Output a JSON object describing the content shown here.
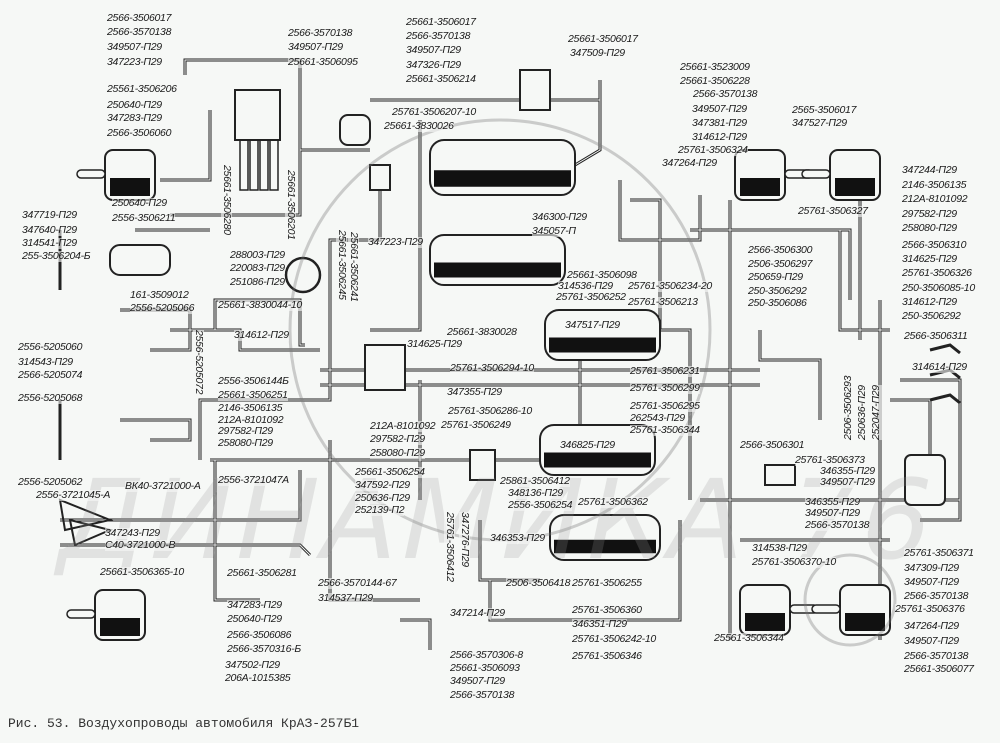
{
  "caption": "Рис. 53. Воздухопроводы автомобиля КрАЗ-257Б1",
  "watermark": "ДИНАМИКА 76",
  "labels": [
    "2566-3506017",
    "2566-3570138",
    "349507-П29",
    "347223-П29",
    "25561-3506206",
    "250640-П29",
    "347283-П29",
    "2566-3506060",
    "250640-П29",
    "2556-3506211",
    "347719-П29",
    "347640-П29",
    "314541-П29",
    "255-3506204-Б",
    "2566-3570138",
    "349507-П29",
    "25661-3506095",
    "25661-3506280",
    "25661-3506201",
    "25661-3506245",
    "25661-3506241",
    "25661-3506017",
    "2566-3570138",
    "349507-П29",
    "347326-П29",
    "25661-3506214",
    "25761-3506207-10",
    "25661-3830026",
    "25661-3506017",
    "347509-П29",
    "346300-П29",
    "345057-П",
    "347223-П29",
    "25661-3523009",
    "25661-3506228",
    "2566-3570138",
    "349507-П29",
    "347381-П29",
    "314612-П29",
    "25761-3506324",
    "347264-П29",
    "2565-3506017",
    "347527-П29",
    "347244-П29",
    "2146-3506135",
    "212А-8101092",
    "297582-П29",
    "258080-П29",
    "2566-3506310",
    "314625-П29",
    "25761-3506326",
    "250-3506085-10",
    "314612-П29",
    "250-3506292",
    "2566-3506311",
    "314614-П29",
    "25761-3506327",
    "2566-3506300",
    "2506-3506297",
    "250659-П29",
    "250-3506292",
    "250-3506086",
    "288003-П29",
    "220083-П29",
    "251086-П29",
    "161-3509012",
    "25661-3830044-10",
    "2556-5205066",
    "314612-П29",
    "2556-5205072",
    "2556-5205060",
    "314543-П29",
    "2566-5205074",
    "2556-5205068",
    "2556-3506144Б",
    "25661-3506251",
    "2146-3506135",
    "212А-8101092",
    "297582-П29",
    "258080-П29",
    "25661-3830028",
    "314625-П29",
    "25761-3506294-10",
    "347355-П29",
    "25761-3506286-10",
    "25761-3506249",
    "212А-8101092",
    "297582-П29",
    "258080-П29",
    "25661-3506098",
    "314536-П29",
    "25761-3506252",
    "347517-П29",
    "25761-3506234-20",
    "25761-3506213",
    "25761-3506231",
    "25761-3506299",
    "25761-3506295",
    "262543-П29",
    "25761-3506344",
    "346825-П29",
    "2566-3506301",
    "2506-3506293",
    "250636-П29",
    "252047-П29",
    "25761-3506373",
    "346355-П29",
    "349507-П29",
    "346355-П29",
    "349507-П29",
    "2566-3570138",
    "314538-П29",
    "25761-3506370-10",
    "25661-3506254",
    "347592-П29",
    "250636-П29",
    "252139-П2",
    "2556-3721047А",
    "25861-3506412",
    "348136-П29",
    "2556-3506254",
    "25761-3506362",
    "25761-3506412",
    "347276-П29",
    "346353-П29",
    "2506-3506418",
    "25761-3506255",
    "25761-3506360",
    "346351-П29",
    "25761-3506242-10",
    "25761-3506346",
    "347214-П29",
    "2566-3570306-8",
    "25661-3506093",
    "349507-П29",
    "2566-3570138",
    "2566-3570144-67",
    "314537-П29",
    "2556-5205062",
    "2556-3721045-А",
    "ВК40-3721000-А",
    "347243-П29",
    "С40-3721000-В",
    "25661-3506365-10",
    "25661-3506281",
    "347283-П29",
    "250640-П29",
    "2566-3506086",
    "2566-3570316-Б",
    "347502-П29",
    "206А-1015385",
    "25561-3506344",
    "25761-3506371",
    "347309-П29",
    "349507-П29",
    "2566-3570138",
    "25761-3506376",
    "347264-П29",
    "349507-П29",
    "2566-3570138",
    "25661-3506077"
  ]
}
